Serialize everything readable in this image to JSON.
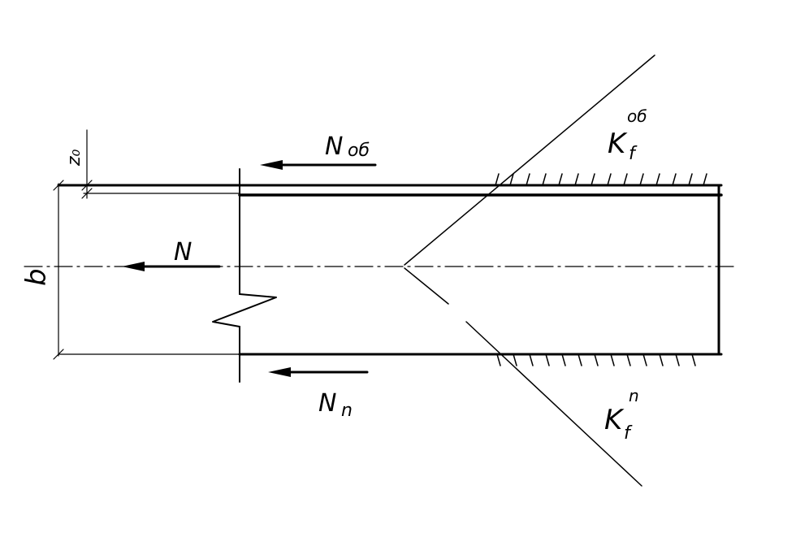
{
  "labels": {
    "z0": "z₀",
    "b": "b",
    "N": "N",
    "N_ob_main": "N",
    "N_ob_sub": "об",
    "N_n_main": "N",
    "N_n_sub": "n",
    "Kf_ob_main": "K",
    "Kf_ob_sub": "f",
    "Kf_ob_sup": "об",
    "Kf_n_main": "K",
    "Kf_n_sub": "f",
    "Kf_n_sup": "n"
  },
  "colors": {
    "ink": "#000000",
    "background": "#ffffff"
  }
}
